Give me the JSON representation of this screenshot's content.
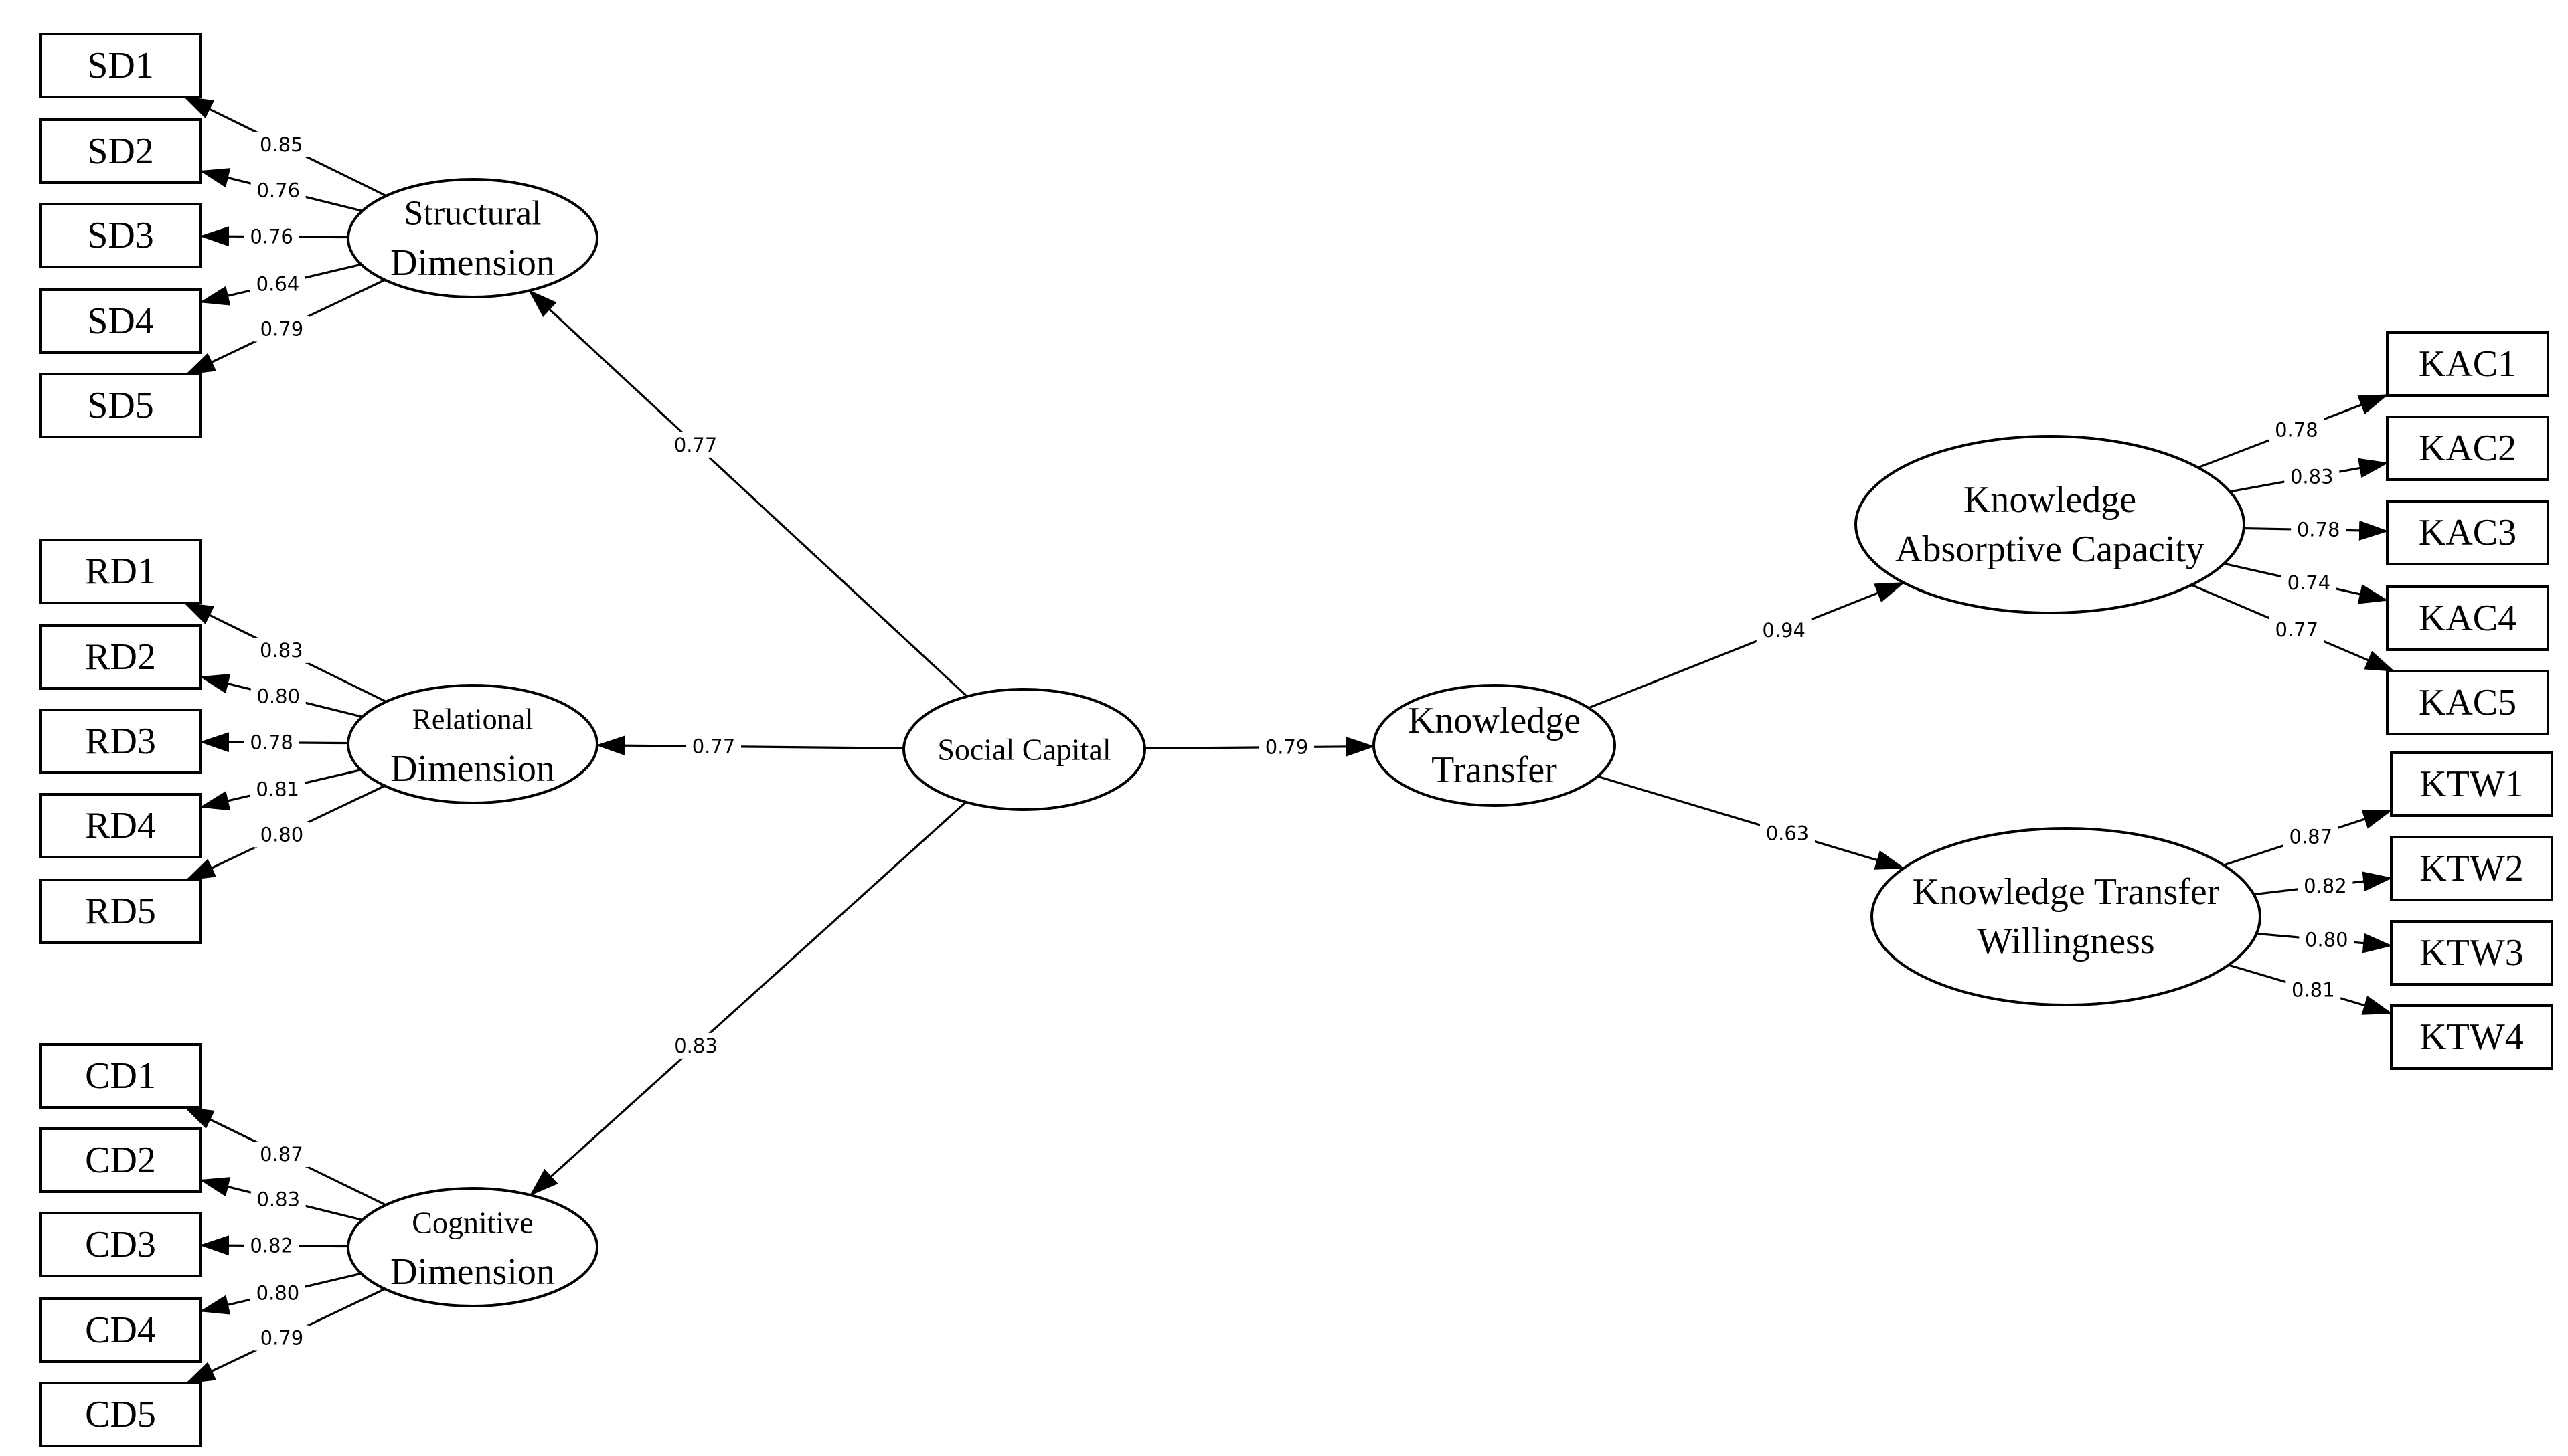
{
  "latents": [
    {
      "id": "SD_L",
      "lines": [
        "Structural",
        "Dimension"
      ]
    },
    {
      "id": "RD_L",
      "lines": [
        "Relational",
        "Dimension"
      ]
    },
    {
      "id": "CD_L",
      "lines": [
        "Cognitive",
        "Dimension"
      ]
    },
    {
      "id": "SC",
      "lines": [
        "Social Capital"
      ]
    },
    {
      "id": "KT",
      "lines": [
        "Knowledge",
        "Transfer"
      ]
    },
    {
      "id": "KAC_L",
      "lines": [
        "Knowledge",
        "Absorptive Capacity"
      ]
    },
    {
      "id": "KTW_L",
      "lines": [
        "Knowledge Transfer",
        "Willingness"
      ]
    }
  ],
  "indicators": [
    {
      "id": "SD1",
      "label": "SD1"
    },
    {
      "id": "SD2",
      "label": "SD2"
    },
    {
      "id": "SD3",
      "label": "SD3"
    },
    {
      "id": "SD4",
      "label": "SD4"
    },
    {
      "id": "SD5",
      "label": "SD5"
    },
    {
      "id": "RD1",
      "label": "RD1"
    },
    {
      "id": "RD2",
      "label": "RD2"
    },
    {
      "id": "RD3",
      "label": "RD3"
    },
    {
      "id": "RD4",
      "label": "RD4"
    },
    {
      "id": "RD5",
      "label": "RD5"
    },
    {
      "id": "CD1",
      "label": "CD1"
    },
    {
      "id": "CD2",
      "label": "CD2"
    },
    {
      "id": "CD3",
      "label": "CD3"
    },
    {
      "id": "CD4",
      "label": "CD4"
    },
    {
      "id": "CD5",
      "label": "CD5"
    },
    {
      "id": "KAC1",
      "label": "KAC1"
    },
    {
      "id": "KAC2",
      "label": "KAC2"
    },
    {
      "id": "KAC3",
      "label": "KAC3"
    },
    {
      "id": "KAC4",
      "label": "KAC4"
    },
    {
      "id": "KAC5",
      "label": "KAC5"
    },
    {
      "id": "KTW1",
      "label": "KTW1"
    },
    {
      "id": "KTW2",
      "label": "KTW2"
    },
    {
      "id": "KTW3",
      "label": "KTW3"
    },
    {
      "id": "KTW4",
      "label": "KTW4"
    }
  ],
  "paths": [
    {
      "from": "SC",
      "to": "SD_L",
      "weight": "0.77"
    },
    {
      "from": "SC",
      "to": "RD_L",
      "weight": "0.77"
    },
    {
      "from": "SC",
      "to": "CD_L",
      "weight": "0.83"
    },
    {
      "from": "SC",
      "to": "KT",
      "weight": "0.79"
    },
    {
      "from": "KT",
      "to": "KAC_L",
      "weight": "0.94"
    },
    {
      "from": "KT",
      "to": "KTW_L",
      "weight": "0.63"
    }
  ],
  "loadings": [
    {
      "from": "SD_L",
      "to": "SD1",
      "weight": "0.85"
    },
    {
      "from": "SD_L",
      "to": "SD2",
      "weight": "0.76"
    },
    {
      "from": "SD_L",
      "to": "SD3",
      "weight": "0.76"
    },
    {
      "from": "SD_L",
      "to": "SD4",
      "weight": "0.64"
    },
    {
      "from": "SD_L",
      "to": "SD5",
      "weight": "0.79"
    },
    {
      "from": "RD_L",
      "to": "RD1",
      "weight": "0.83"
    },
    {
      "from": "RD_L",
      "to": "RD2",
      "weight": "0.80"
    },
    {
      "from": "RD_L",
      "to": "RD3",
      "weight": "0.78"
    },
    {
      "from": "RD_L",
      "to": "RD4",
      "weight": "0.81"
    },
    {
      "from": "RD_L",
      "to": "RD5",
      "weight": "0.80"
    },
    {
      "from": "CD_L",
      "to": "CD1",
      "weight": "0.87"
    },
    {
      "from": "CD_L",
      "to": "CD2",
      "weight": "0.83"
    },
    {
      "from": "CD_L",
      "to": "CD3",
      "weight": "0.82"
    },
    {
      "from": "CD_L",
      "to": "CD4",
      "weight": "0.80"
    },
    {
      "from": "CD_L",
      "to": "CD5",
      "weight": "0.79"
    },
    {
      "from": "KAC_L",
      "to": "KAC1",
      "weight": "0.78"
    },
    {
      "from": "KAC_L",
      "to": "KAC2",
      "weight": "0.83"
    },
    {
      "from": "KAC_L",
      "to": "KAC3",
      "weight": "0.78"
    },
    {
      "from": "KAC_L",
      "to": "KAC4",
      "weight": "0.74"
    },
    {
      "from": "KAC_L",
      "to": "KAC5",
      "weight": "0.77"
    },
    {
      "from": "KTW_L",
      "to": "KTW1",
      "weight": "0.87"
    },
    {
      "from": "KTW_L",
      "to": "KTW2",
      "weight": "0.82"
    },
    {
      "from": "KTW_L",
      "to": "KTW3",
      "weight": "0.80"
    },
    {
      "from": "KTW_L",
      "to": "KTW4",
      "weight": "0.81"
    }
  ]
}
